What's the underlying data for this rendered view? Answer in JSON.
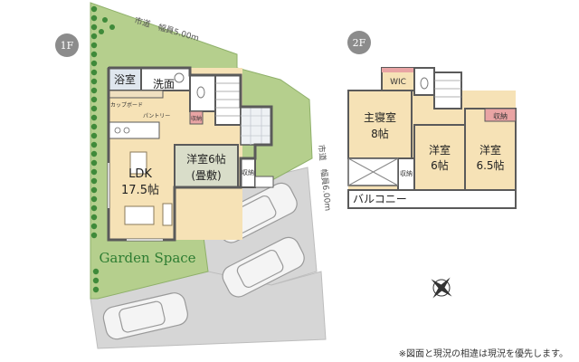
{
  "badges": {
    "first_floor": "1F",
    "second_floor": "2F"
  },
  "roads": {
    "top": "市道　幅員5.00m",
    "right": "市道　幅員6.00m"
  },
  "first_floor": {
    "bath": "浴室",
    "washroom": "洗面",
    "cupboard": "カップボード",
    "pantry": "パントリー",
    "storage_top": "収納",
    "ldk_name": "LDK",
    "ldk_size": "17.5帖",
    "japanese_name": "洋室6帖",
    "japanese_sub": "(畳敷)",
    "storage_right": "収納"
  },
  "garden": "Garden Space",
  "second_floor": {
    "wic": "WIC",
    "master_name": "主寝室",
    "master_size": "8帖",
    "room1_name": "洋室",
    "room1_size": "6帖",
    "room2_name": "洋室",
    "room2_size": "6.5帖",
    "storage_a": "収納",
    "storage_b": "収納",
    "balcony": "バルコニー"
  },
  "note": "※図面と現況の相違は現況を優先します。",
  "colors": {
    "lot_green": "#b5cf8d",
    "wood_floor": "#f6e2b6",
    "tatami": "#d9ddc9",
    "tile": "#eef1f4",
    "wall": "#5a5a5a",
    "accent_red": "#e9a4a4",
    "badge_gray": "#8c8c8c"
  }
}
